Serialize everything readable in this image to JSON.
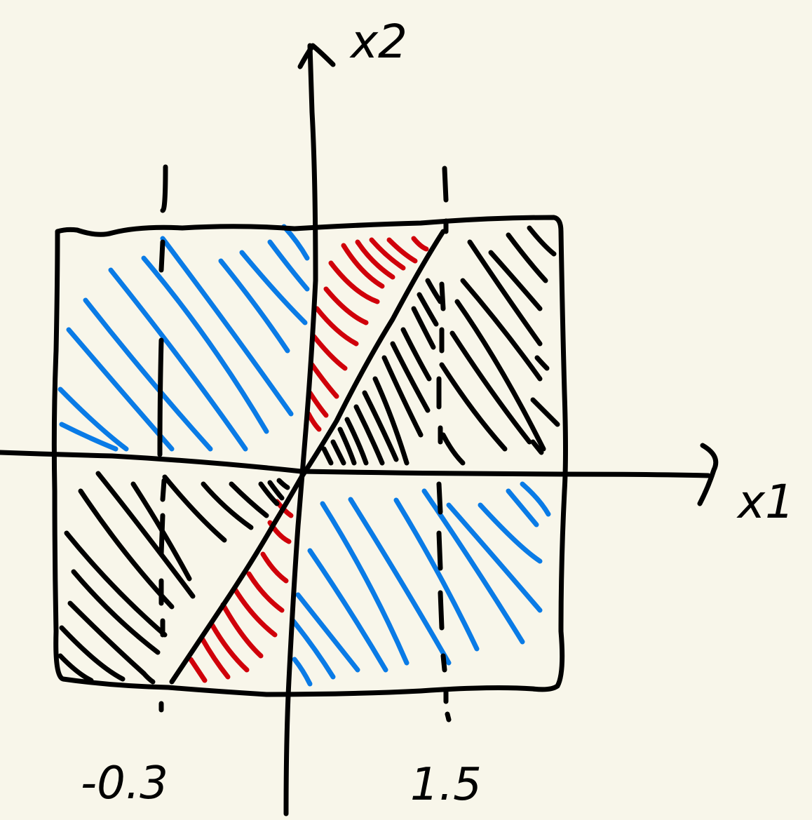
{
  "labels": {
    "x_axis": "x1",
    "y_axis": "x2",
    "tick_left": "-0.3",
    "tick_right": "1.5"
  },
  "colors": {
    "background": "#f8f6ea",
    "ink": "#000000",
    "blue_hatch": "#0a7be6",
    "red_hatch": "#d0000a",
    "black_hatch": "#000000"
  }
}
